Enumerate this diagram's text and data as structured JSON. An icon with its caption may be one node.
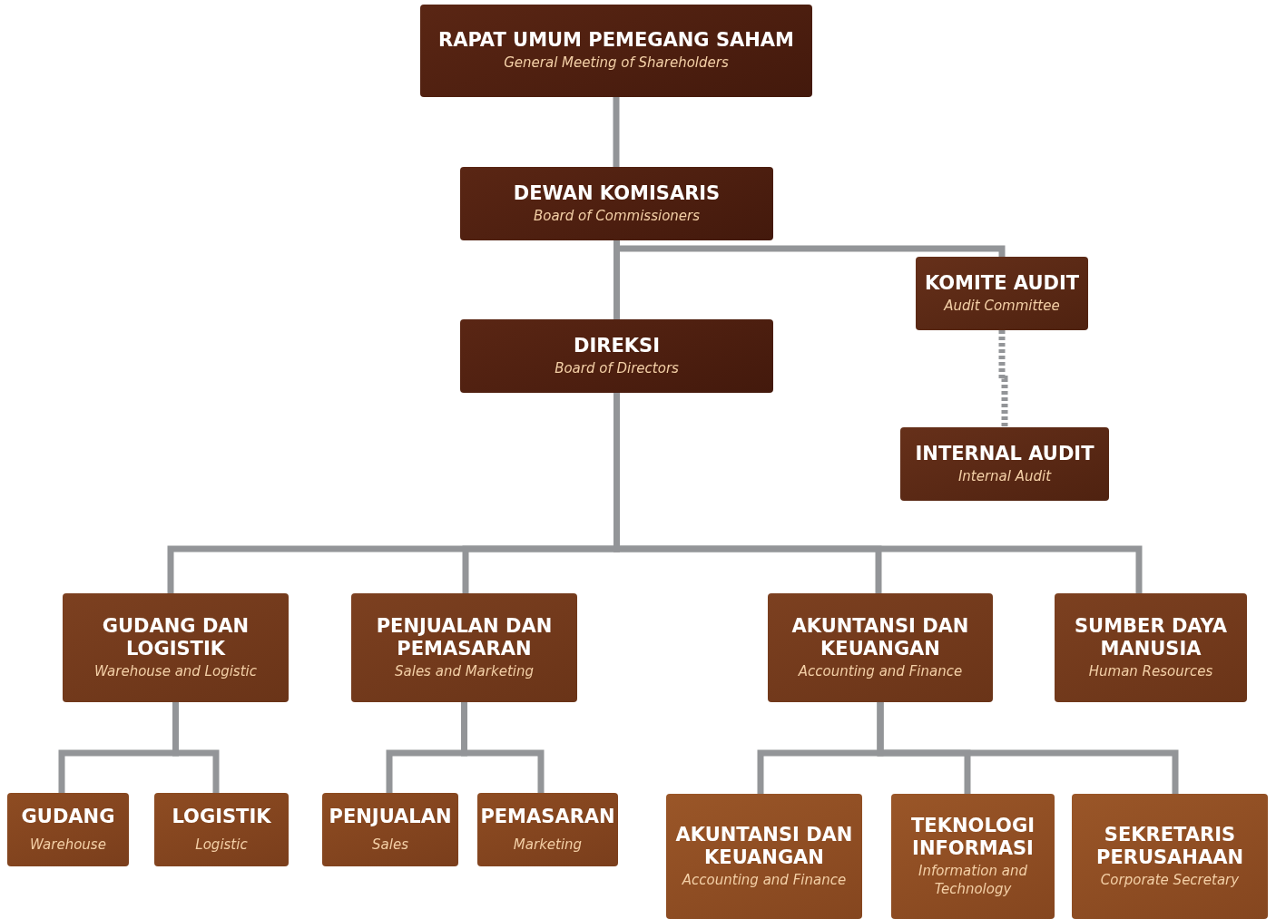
{
  "diagram": {
    "nodes": [
      {
        "text": [
          "RAPAT UMUM PEMEGANG SAHAM",
          "General Meeting of Shareholders"
        ]
      },
      {
        "text": [
          "DEWAN KOMISARIS",
          "Board of Commissioners"
        ]
      },
      {
        "text": [
          "KOMITE AUDIT",
          "Audit Committee"
        ]
      },
      {
        "text": [
          "DIREKSI",
          "Board of Directors"
        ]
      },
      {
        "text": [
          "INTERNAL AUDIT",
          "Internal Audit"
        ]
      },
      {
        "text": [
          "GUDANG DAN LOGISTIK",
          "Warehouse and Logistic"
        ]
      },
      {
        "text": [
          "PENJUALAN DAN PEMASARAN",
          "Sales and Marketing"
        ]
      },
      {
        "text": [
          "AKUNTANSI DAN KEUANGAN",
          "Accounting and Finance"
        ]
      },
      {
        "text": [
          "SUMBER DAYA MANUSIA",
          "Human Resources"
        ]
      },
      {
        "text": [
          "GUDANG",
          "Warehouse"
        ]
      },
      {
        "text": [
          "LOGISTIK",
          "Logistic"
        ]
      },
      {
        "text": [
          "PENJUALAN",
          "Sales"
        ]
      },
      {
        "text": [
          "PEMASARAN",
          "Marketing"
        ]
      },
      {
        "text": [
          "AKUNTANSI DAN KEUANGAN",
          "Accounting and Finance"
        ]
      },
      {
        "text": [
          "TEKNOLOGI INFORMASI",
          "Information and Technology"
        ]
      },
      {
        "text": [
          "SEKRETARIS PERUSAHAAN",
          "Corporate Secretary"
        ]
      }
    ],
    "edges": [
      {
        "from": 0,
        "to": 1,
        "arrow": "none"
      },
      {
        "from": 1,
        "to": 3,
        "arrow": "none"
      },
      {
        "from": 1,
        "to": 2,
        "arrow": "none"
      },
      {
        "from": 2,
        "to": 4,
        "arrow": "none",
        "style": "dashed"
      },
      {
        "from": 3,
        "to": 5,
        "arrow": "none"
      },
      {
        "from": 3,
        "to": 6,
        "arrow": "none"
      },
      {
        "from": 3,
        "to": 7,
        "arrow": "none"
      },
      {
        "from": 3,
        "to": 8,
        "arrow": "none"
      },
      {
        "from": 5,
        "to": 9,
        "arrow": "none"
      },
      {
        "from": 5,
        "to": 10,
        "arrow": "none"
      },
      {
        "from": 6,
        "to": 11,
        "arrow": "none"
      },
      {
        "from": 6,
        "to": 12,
        "arrow": "none"
      },
      {
        "from": 7,
        "to": 13,
        "arrow": "none"
      },
      {
        "from": 7,
        "to": 14,
        "arrow": "none"
      },
      {
        "from": 7,
        "to": 15,
        "arrow": "none"
      }
    ]
  }
}
